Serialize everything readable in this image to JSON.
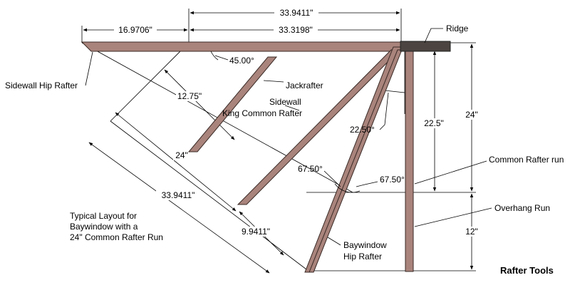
{
  "colors": {
    "rafter_fill": "#a9847c",
    "rafter_stroke": "#3a2a26",
    "ridge_fill": "#4b4440",
    "line": "#000000"
  },
  "dimensions": {
    "top_overall": "33.9411\"",
    "top_left": "16.9706\"",
    "top_right": "33.3198\"",
    "run_upper": "24\"",
    "rise_inner": "22.5\"",
    "overhang": "12\"",
    "jack_spacing": "12.75\"",
    "diag_24": "24\"",
    "diag_long": "33.9411\"",
    "diag_short": "9.9411\""
  },
  "angles": {
    "a45": "45.00°",
    "a22": "22.50°",
    "a67_left": "67.50°",
    "a67_right": "67.50°"
  },
  "labels": {
    "ridge": "Ridge",
    "sidewall_hip": "Sidewall Hip Rafter",
    "jackrafter": "Jackrafter",
    "sidewall_line1": "Sidewall",
    "sidewall_line2": "King Common Rafter",
    "common_run": "Common Rafter run",
    "overhang_run": "Overhang Run",
    "bay_hip_line1": "Baywindow",
    "bay_hip_line2": "Hip Rafter"
  },
  "note": {
    "line1": "Typical Layout for",
    "line2": "Baywindow with a",
    "line3": "24\" Common Rafter Run"
  },
  "brand": "Rafter Tools"
}
